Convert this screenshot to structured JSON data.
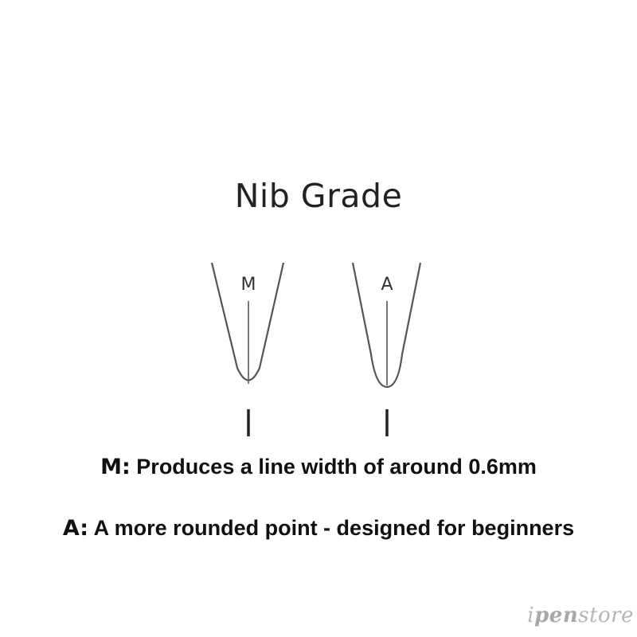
{
  "title": "Nib Grade",
  "nibs": [
    {
      "letter": "M",
      "shape": "pointed"
    },
    {
      "letter": "A",
      "shape": "rounded"
    }
  ],
  "descriptions": [
    {
      "grade": "M:",
      "text": "Produces a line width of around 0.6mm"
    },
    {
      "grade": "A:",
      "text": "A more rounded point - designed for beginners"
    }
  ],
  "watermark": {
    "prefix": "i",
    "middle": "pen",
    "suffix": "store"
  },
  "colors": {
    "text": "#111111",
    "nib_stroke": "#555555",
    "watermark": "#b5b5b5"
  }
}
